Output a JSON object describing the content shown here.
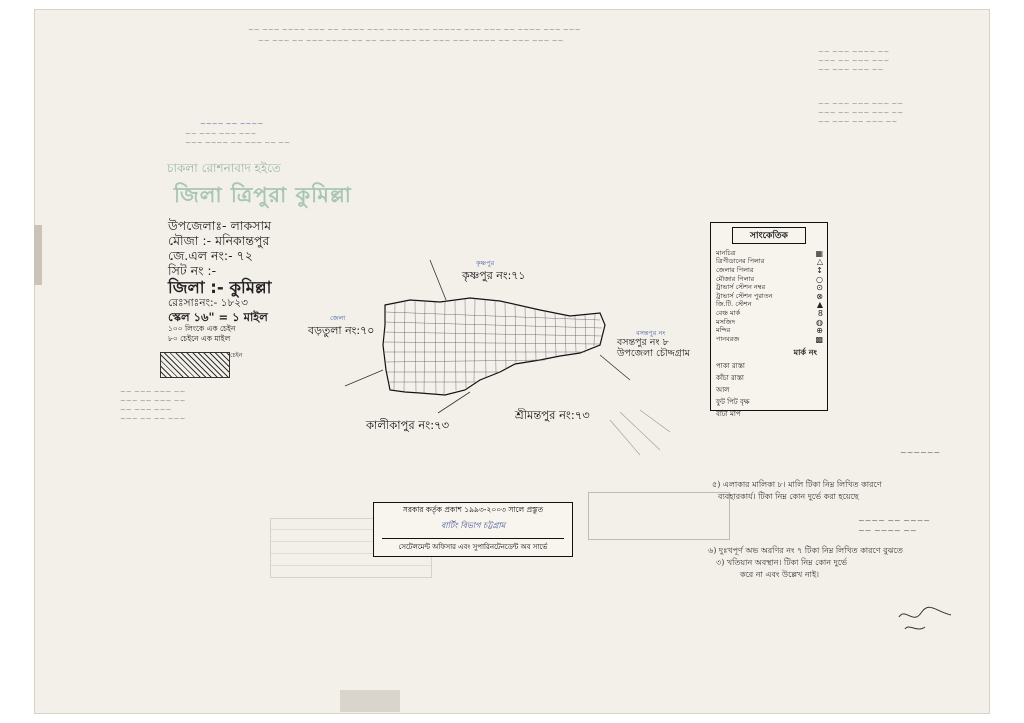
{
  "sheet": {
    "header_stamp": "চাকলা রোশনাবাদ হইতে",
    "district_stamp": "জিলা ত্রিপুরা কুমিল্লা"
  },
  "info": {
    "upazila": "উপজেলাঃ- লাকসাম",
    "mouza": "মৌজা :- মনিকান্তপুর",
    "jl": "জে.এল নং:- ৭২",
    "sheet_no": "সিট নং :-",
    "district": "জিলা :- কুমিল্লা",
    "survey_no": "রেঃসাঃনং:- ১৮২৩",
    "scale": "স্কেল ১৬\" = ১ মাইল",
    "line_note_1": "১০০ লিংকে এক চেইন",
    "line_note_2": "৮০ চেইনে এক মাইল",
    "hatch_label": "চেইন"
  },
  "map": {
    "north_label": "কৃষ্ণপুর নং:৭১",
    "west_label": "বড়তুলা নং:৭০",
    "east_label_1": "বসন্তপুর নং ৮",
    "east_label_2": "উপজেলা চৌদ্দগ্রাম",
    "south_label_left": "কালীকাপুর নং:৭৩",
    "south_label_right": "শ্রীমন্তপুর নং:৭৩",
    "stamp_small_1": "কৃষ্ণপুর",
    "stamp_small_2": "জেলা",
    "stamp_small_3": "বসন্তপুর নং"
  },
  "legend": {
    "title": "সাংকেতিক",
    "items": [
      {
        "label": "মানচিত্র",
        "symbol": "▦"
      },
      {
        "label": "ত্রিপীডানের পিলার",
        "symbol": "△"
      },
      {
        "label": "জেলার পিলার",
        "symbol": "↕"
      },
      {
        "label": "মৌজার পিলার",
        "symbol": "○"
      },
      {
        "label": "ট্রাভার্স স্টেশন নম্বর",
        "symbol": "⊙"
      },
      {
        "label": "ট্রাভার্স স্টেশন পুরাতন",
        "symbol": "⊗"
      },
      {
        "label": "জি.টি. স্টেশন",
        "symbol": "▲"
      },
      {
        "label": "বেঞ্চ মার্ক",
        "symbol": "8"
      },
      {
        "label": "মসজিদ",
        "symbol": "◍"
      },
      {
        "label": "মন্দির",
        "symbol": "⊕"
      },
      {
        "label": "পানবরজ",
        "symbol": "▩"
      }
    ],
    "subtitle": "মার্ক নং",
    "items2": [
      "পাকা রাস্তা",
      "কাঁচা রাস্তা",
      "আল",
      "ফুট পিট বৃক্ষ",
      "বাটা মাপ"
    ]
  },
  "seal": {
    "line1": "সরকার কর্তৃক প্রকাশ ১৯৯৩-২০০৩ সালে প্রস্তুত",
    "line2": "বার্টিং বিভাগ চট্টগ্রাম",
    "line3": "সেটেলমেন্ট অফিসার এবং সুপারিনটেনডেন্ট অব সার্ভে"
  },
  "notes": {
    "n1": "৫) এলাকার মালিকা ৮। মালি টিকা নিম্ন লিখিত কারণে",
    "n2": "ব্যবহারকার্য। টিকা নিম্ন কোন দুর্ভে করা হয়েছে",
    "n3": "৬) দুঃখপূর্ণ অভ অরণির নং ৭ টিকা নিম্ন লিখিত কারণে বুঝতে",
    "n4": "৩) খতিয়ান অবস্থান। টিকা নিম্ন কোন দুর্ভে",
    "n5": "করে না এবং উল্লেখ নাই।"
  }
}
